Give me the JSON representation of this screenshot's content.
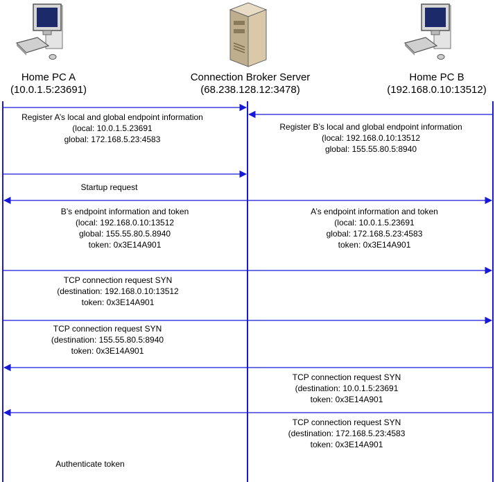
{
  "actors": {
    "a": {
      "name": "Home PC A",
      "address": "(10.0.1.5:23691)"
    },
    "server": {
      "name": "Connection Broker Server",
      "address": "(68.238.128.12:3478)"
    },
    "b": {
      "name": "Home PC B",
      "address": "(192.168.0.10:13512)"
    }
  },
  "icons": {
    "a": "desktop-pc-icon",
    "server": "server-tower-icon",
    "b": "desktop-pc-icon"
  },
  "colors": {
    "lifeline": "#1818d8",
    "text": "#000000"
  },
  "messages": {
    "m1": {
      "line1": "Register A’s local and global endpoint information",
      "line2": "(local: 10.0.1.5.23691",
      "line3": "global: 172.168.5.23:4583"
    },
    "m2": {
      "line1": "Register B’s local and global endpoint information",
      "line2": "(local: 192.168.0.10:13512",
      "line3": "global: 155.55.80.5:8940"
    },
    "m3": {
      "line1": "Startup request"
    },
    "m4": {
      "line1": "B’s endpoint information and token",
      "line2": "(local: 192.168.0.10:13512",
      "line3": "global: 155.55.80.5.8940",
      "line4": "token: 0x3E14A901"
    },
    "m5": {
      "line1": "A’s endpoint information and token",
      "line2": "(local: 10.0.1.5.23691",
      "line3": "global: 172.168.5.23:4583",
      "line4": "token: 0x3E14A901"
    },
    "m6": {
      "line1": "TCP connection request SYN",
      "line2": "(destination: 192.168.0.10:13512",
      "line3": "token: 0x3E14A901"
    },
    "m7": {
      "line1": "TCP connection request SYN",
      "line2": "(destination: 155.55.80.5:8940",
      "line3": "token: 0x3E14A901"
    },
    "m8": {
      "line1": "TCP connection request SYN",
      "line2": "(destination: 10.0.1.5:23691",
      "line3": "token: 0x3E14A901"
    },
    "m9": {
      "line1": "TCP connection request SYN",
      "line2": "(destination: 172.168.5.23:4583",
      "line3": "token: 0x3E14A901"
    },
    "m10": {
      "line1": "Authenticate token"
    }
  }
}
